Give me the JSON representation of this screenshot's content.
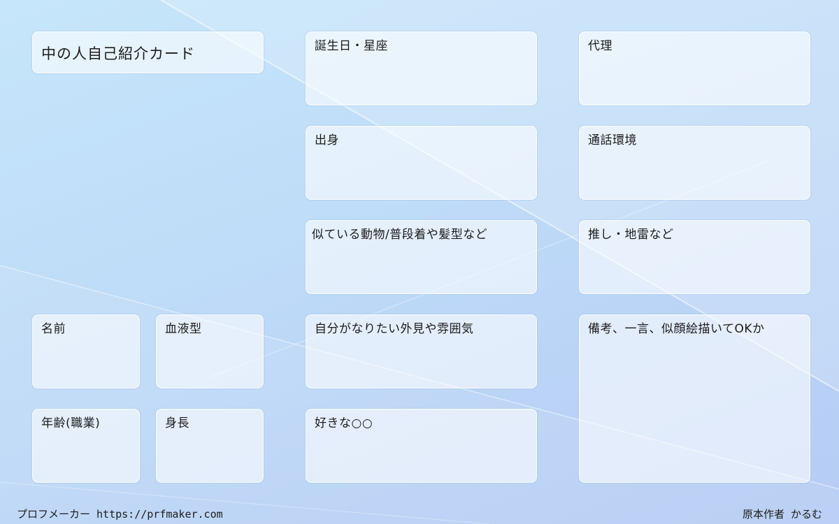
{
  "card": {
    "title": "中の人自己紹介カード",
    "birthday": "誕生日・星座",
    "proxy": "代理",
    "origin": "出身",
    "call_env": "通話環境",
    "similar": "似ている動物/普段着や髪型など",
    "oshi": "推し・地雷など",
    "name": "名前",
    "blood": "血液型",
    "ideal": "自分がなりたい外見や雰囲気",
    "notes": "備考、一言、似顔絵描いてOKか",
    "age": "年齢(職業)",
    "height": "身長",
    "likes": "好きな○○"
  },
  "footer": {
    "maker": "プロフメーカー https://prfmaker.com",
    "author": "原本作者 かるむ"
  }
}
